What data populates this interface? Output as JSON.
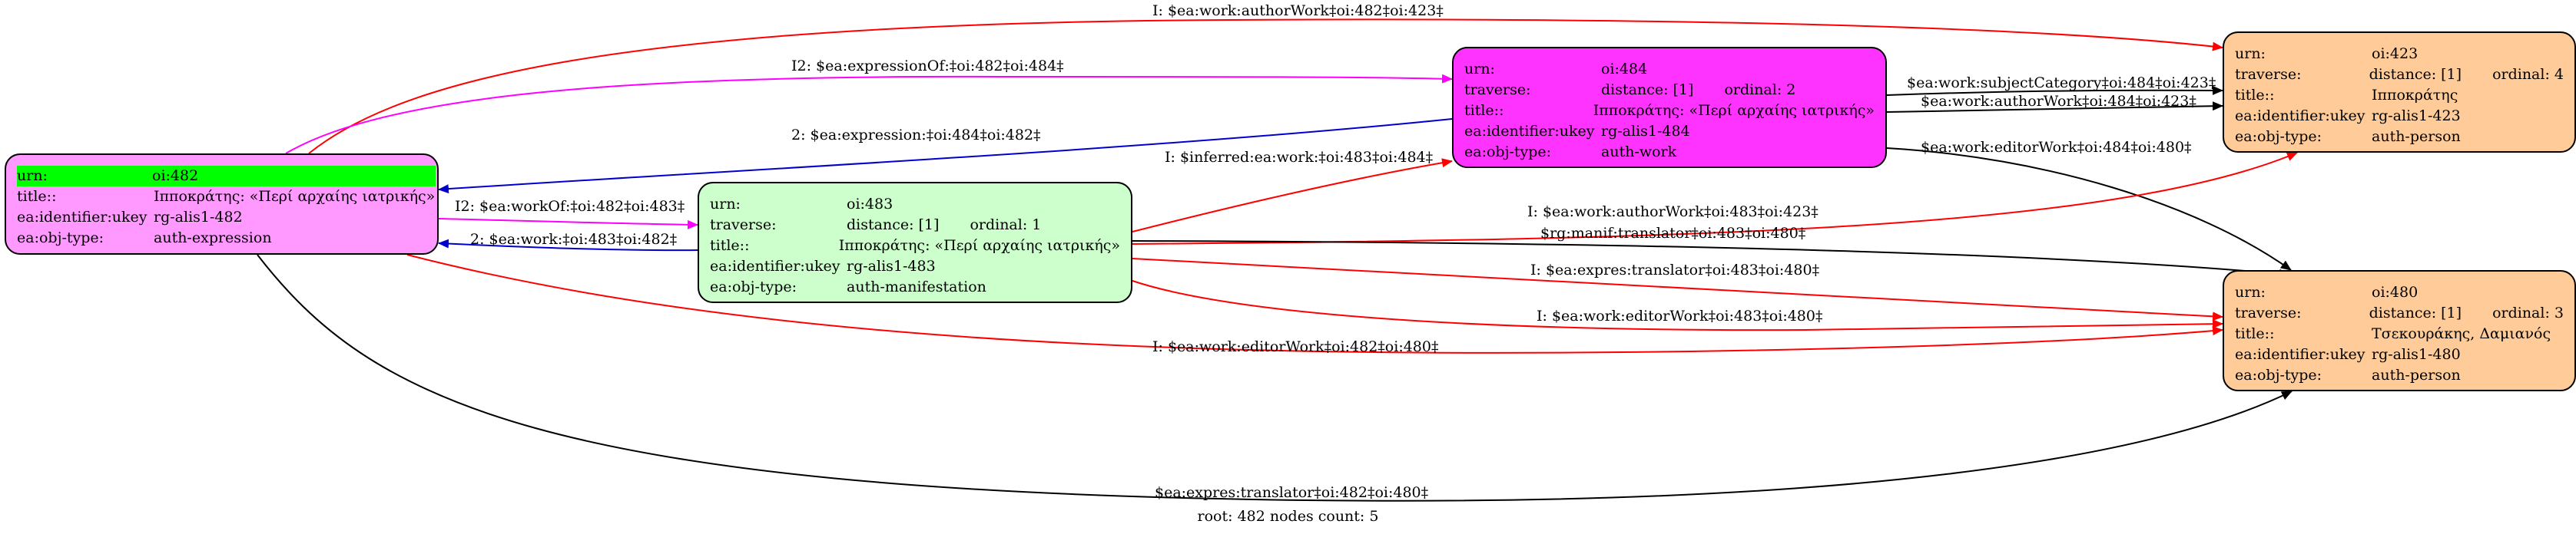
{
  "nodes": {
    "n482": {
      "urn_key": "urn:",
      "urn": "oi:482",
      "title_key": "title::",
      "title": "Ιπποκράτης: «Περί αρχαίης ιατρικής»",
      "ukey_key": "ea:identifier:ukey",
      "ukey": "rg-alis1-482",
      "type_key": "ea:obj-type:",
      "type": "auth-expression"
    },
    "n483": {
      "urn_key": "urn:",
      "urn": "oi:483",
      "traverse_key": "traverse:",
      "distance": "distance: [1]",
      "ordinal": "ordinal: 1",
      "title_key": "title::",
      "title": "Ιπποκράτης: «Περί αρχαίης ιατρικής»",
      "ukey_key": "ea:identifier:ukey",
      "ukey": "rg-alis1-483",
      "type_key": "ea:obj-type:",
      "type": "auth-manifestation"
    },
    "n484": {
      "urn_key": "urn:",
      "urn": "oi:484",
      "traverse_key": "traverse:",
      "distance": "distance: [1]",
      "ordinal": "ordinal: 2",
      "title_key": "title::",
      "title": "Ιπποκράτης: «Περί αρχαίης ιατρικής»",
      "ukey_key": "ea:identifier:ukey",
      "ukey": "rg-alis1-484",
      "type_key": "ea:obj-type:",
      "type": "auth-work"
    },
    "n423": {
      "urn_key": "urn:",
      "urn": "oi:423",
      "traverse_key": "traverse:",
      "distance": "distance: [1]",
      "ordinal": "ordinal: 4",
      "title_key": "title::",
      "title": "Ιπποκράτης",
      "ukey_key": "ea:identifier:ukey",
      "ukey": "rg-alis1-423",
      "type_key": "ea:obj-type:",
      "type": "auth-person"
    },
    "n480": {
      "urn_key": "urn:",
      "urn": "oi:480",
      "traverse_key": "traverse:",
      "distance": "distance: [1]",
      "ordinal": "ordinal: 3",
      "title_key": "title::",
      "title": "Τσεκουράκης, Δαμιανός",
      "ukey_key": "ea:identifier:ukey",
      "ukey": "rg-alis1-480",
      "type_key": "ea:obj-type:",
      "type": "auth-person"
    }
  },
  "edges": [
    {
      "label": "I: $ea:work:authorWork‡oi:482‡oi:423‡",
      "color": "#ff0000"
    },
    {
      "label": "I2: $ea:expressionOf:‡oi:482‡oi:484‡",
      "color": "#ff00ff"
    },
    {
      "label": "2: $ea:expression:‡oi:484‡oi:482‡",
      "color": "#0000cc"
    },
    {
      "label": "I2: $ea:workOf:‡oi:482‡oi:483‡",
      "color": "#ff00ff"
    },
    {
      "label": "2: $ea:work:‡oi:483‡oi:482‡",
      "color": "#0000cc"
    },
    {
      "label": "I: $inferred:ea:work:‡oi:483‡oi:484‡",
      "color": "#ff0000"
    },
    {
      "label": "$ea:work:subjectCategory‡oi:484‡oi:423‡",
      "color": "#000000"
    },
    {
      "label": "$ea:work:authorWork‡oi:484‡oi:423‡",
      "color": "#000000"
    },
    {
      "label": "$ea:work:editorWork‡oi:484‡oi:480‡",
      "color": "#000000"
    },
    {
      "label": "I: $ea:work:authorWork‡oi:483‡oi:423‡",
      "color": "#ff0000"
    },
    {
      "label": "$rg:manif:translator‡oi:483‡oi:480‡",
      "color": "#000000"
    },
    {
      "label": "I: $ea:expres:translator‡oi:483‡oi:480‡",
      "color": "#ff0000"
    },
    {
      "label": "I: $ea:work:editorWork‡oi:483‡oi:480‡",
      "color": "#ff0000"
    },
    {
      "label": "I: $ea:work:editorWork‡oi:482‡oi:480‡",
      "color": "#ff0000"
    },
    {
      "label": "$ea:expres:translator‡oi:482‡oi:480‡",
      "color": "#000000"
    }
  ],
  "footer": "root: 482 nodes count: 5"
}
